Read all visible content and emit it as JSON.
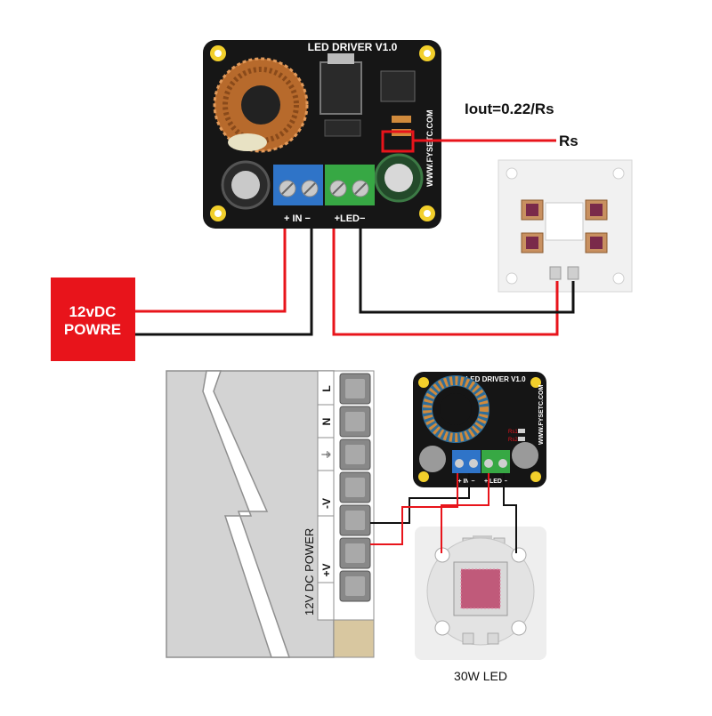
{
  "top_board": {
    "title": "LED DRIVER V1.0",
    "website": "WWW.FYSETC.COM",
    "in_label": "+ IN −",
    "led_label": "+LED−"
  },
  "formula": {
    "text": "Iout=0.22/Rs",
    "rs_label": "Rs"
  },
  "power_box": {
    "line1": "12vDC",
    "line2": "POWRE"
  },
  "bottom_board": {
    "title": "LED DRIVER V1.0",
    "website": "WWW.FYSETC.COM",
    "rs1": "Rs1",
    "rs2": "Rs2",
    "in_label": "+ IN −",
    "led_label": "+ LED −"
  },
  "psu": {
    "terminals": [
      "L",
      "N",
      "⏚",
      "-V",
      "-V",
      "+V",
      "+V"
    ],
    "label": "12V DC POWER"
  },
  "led_30w": {
    "label": "30W LED"
  },
  "colors": {
    "red_wire": "#e8141b",
    "black_wire": "#111111",
    "power_box": "#e8141b",
    "pcb": "#151515",
    "terminal_blue": "#2f74c8",
    "terminal_green": "#37a844"
  }
}
